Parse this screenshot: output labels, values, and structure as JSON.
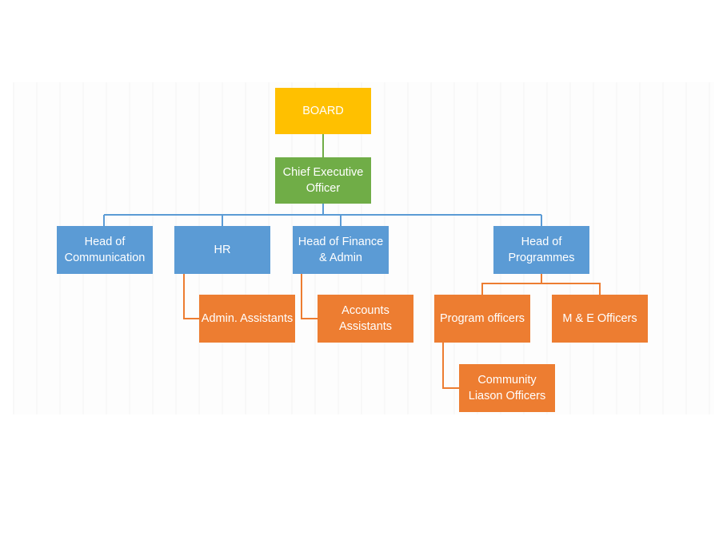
{
  "colors": {
    "board": "#ffc000",
    "executive": "#70ad47",
    "department": "#5b9bd5",
    "staff": "#ed7d31",
    "connector_green": "#70ad47",
    "connector_blue": "#5b9bd5",
    "connector_orange": "#ed7d31"
  },
  "org_chart": {
    "board": {
      "label": "BOARD"
    },
    "ceo": {
      "label": "Chief Executive Officer"
    },
    "departments": [
      {
        "label": "Head of Communication"
      },
      {
        "label": "HR"
      },
      {
        "label": "Head of Finance & Admin"
      },
      {
        "label": "Head of Programmes"
      }
    ],
    "staff": {
      "admin_assistants": {
        "label": "Admin. Assistants"
      },
      "accounts_assistants": {
        "label": "Accounts Assistants"
      },
      "program_officers": {
        "label": "Program officers"
      },
      "me_officers": {
        "label": "M & E Officers"
      },
      "community_liason_officers": {
        "label": "Community Liason Officers"
      }
    }
  }
}
